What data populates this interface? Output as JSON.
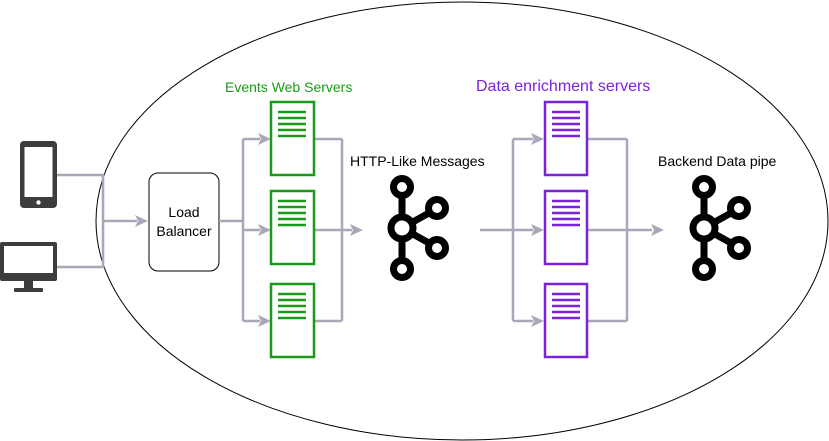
{
  "labels": {
    "events_web_servers": "Events Web Servers",
    "data_enrichment_servers": "Data enrichment servers",
    "http_like_messages": "HTTP-Like Messages",
    "backend_data_pipe": "Backend Data pipe",
    "load_balancer_line1": "Load",
    "load_balancer_line2": "Balancer"
  },
  "icons": {
    "clients": [
      "mobile-phone-icon",
      "desktop-monitor-icon"
    ],
    "web_servers": [
      "server-icon",
      "server-icon",
      "server-icon"
    ],
    "enrichment_servers": [
      "server-icon",
      "server-icon",
      "server-icon"
    ],
    "brokers": [
      "kafka-icon",
      "kafka-icon"
    ]
  },
  "colors": {
    "events_web_servers": "#1a9a1a",
    "data_enrichment_servers": "#7a22dd",
    "connector": "#a8a8b8",
    "outline": "#000000"
  }
}
